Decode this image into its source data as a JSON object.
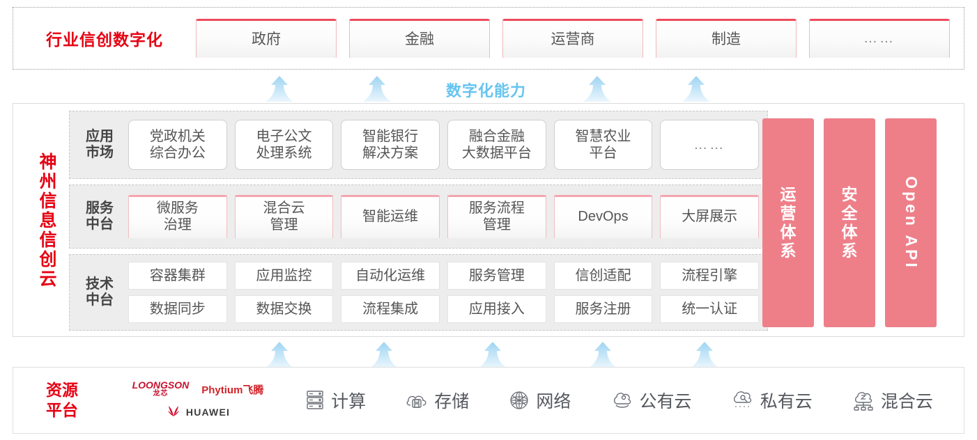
{
  "top_band": {
    "title": "行业信创数字化",
    "cards": [
      {
        "label": "政府"
      },
      {
        "label": "金融"
      },
      {
        "label": "运营商"
      },
      {
        "label": "制造"
      },
      {
        "label": "……"
      }
    ]
  },
  "capability_label": "数字化能力",
  "cloud": {
    "vertical_title_chars": [
      "神",
      "州",
      "信",
      "息",
      "信",
      "创",
      "云"
    ],
    "rows": [
      {
        "label": "应用\n市场",
        "label_line1": "应用",
        "label_line2": "市场",
        "tiles": [
          "党政机关\n综合办公",
          "电子公文\n处理系统",
          "智能银行\n解决方案",
          "融合金融\n大数据平台",
          "智慧农业\n平台",
          "……"
        ],
        "tiles_split": [
          [
            "党政机关",
            "综合办公"
          ],
          [
            "电子公文",
            "处理系统"
          ],
          [
            "智能银行",
            "解决方案"
          ],
          [
            "融合金融",
            "大数据平台"
          ],
          [
            "智慧农业",
            "平台"
          ],
          [
            "……",
            ""
          ]
        ]
      },
      {
        "label_line1": "服务",
        "label_line2": "中台",
        "tiles_split": [
          [
            "微服务",
            "治理"
          ],
          [
            "混合云",
            "管理"
          ],
          [
            "智能运维",
            ""
          ],
          [
            "服务流程",
            "管理"
          ],
          [
            "DevOps",
            ""
          ],
          [
            "大屏展示",
            ""
          ]
        ]
      },
      {
        "label_line1": "技术",
        "label_line2": "中台",
        "row_a": [
          "容器集群",
          "应用监控",
          "自动化运维",
          "服务管理",
          "信创适配",
          "流程引擎"
        ],
        "row_b": [
          "数据同步",
          "数据交换",
          "流程集成",
          "应用接入",
          "服务注册",
          "统一认证"
        ]
      }
    ],
    "pillars": [
      {
        "type": "vertical-cn",
        "chars": [
          "运",
          "营",
          "体",
          "系"
        ],
        "label": "运营体系"
      },
      {
        "type": "vertical-cn",
        "chars": [
          "安",
          "全",
          "体",
          "系"
        ],
        "label": "安全体系"
      },
      {
        "type": "rotated",
        "label": "Open API"
      }
    ]
  },
  "resource_band": {
    "title_line1": "资源",
    "title_line2": "平台",
    "vendors": [
      {
        "name": "LOONGSON",
        "sub": "龙芯"
      },
      {
        "name": "Phytium飞腾"
      },
      {
        "name": "HUAWEI"
      }
    ],
    "items": [
      {
        "icon": "server-icon",
        "label": "计算"
      },
      {
        "icon": "cloud-storage-icon",
        "label": "存储"
      },
      {
        "icon": "network-icon",
        "label": "网络"
      },
      {
        "icon": "public-cloud-icon",
        "label": "公有云"
      },
      {
        "icon": "private-cloud-icon",
        "label": "私有云"
      },
      {
        "icon": "hybrid-cloud-icon",
        "label": "混合云"
      }
    ]
  },
  "colors": {
    "brand_red": "#E60012",
    "accent_pink": "#EE7F89",
    "card_top_red": "#EE4B5B",
    "arrow_blue": "#66C4F0",
    "row_bg": "#ededed"
  }
}
